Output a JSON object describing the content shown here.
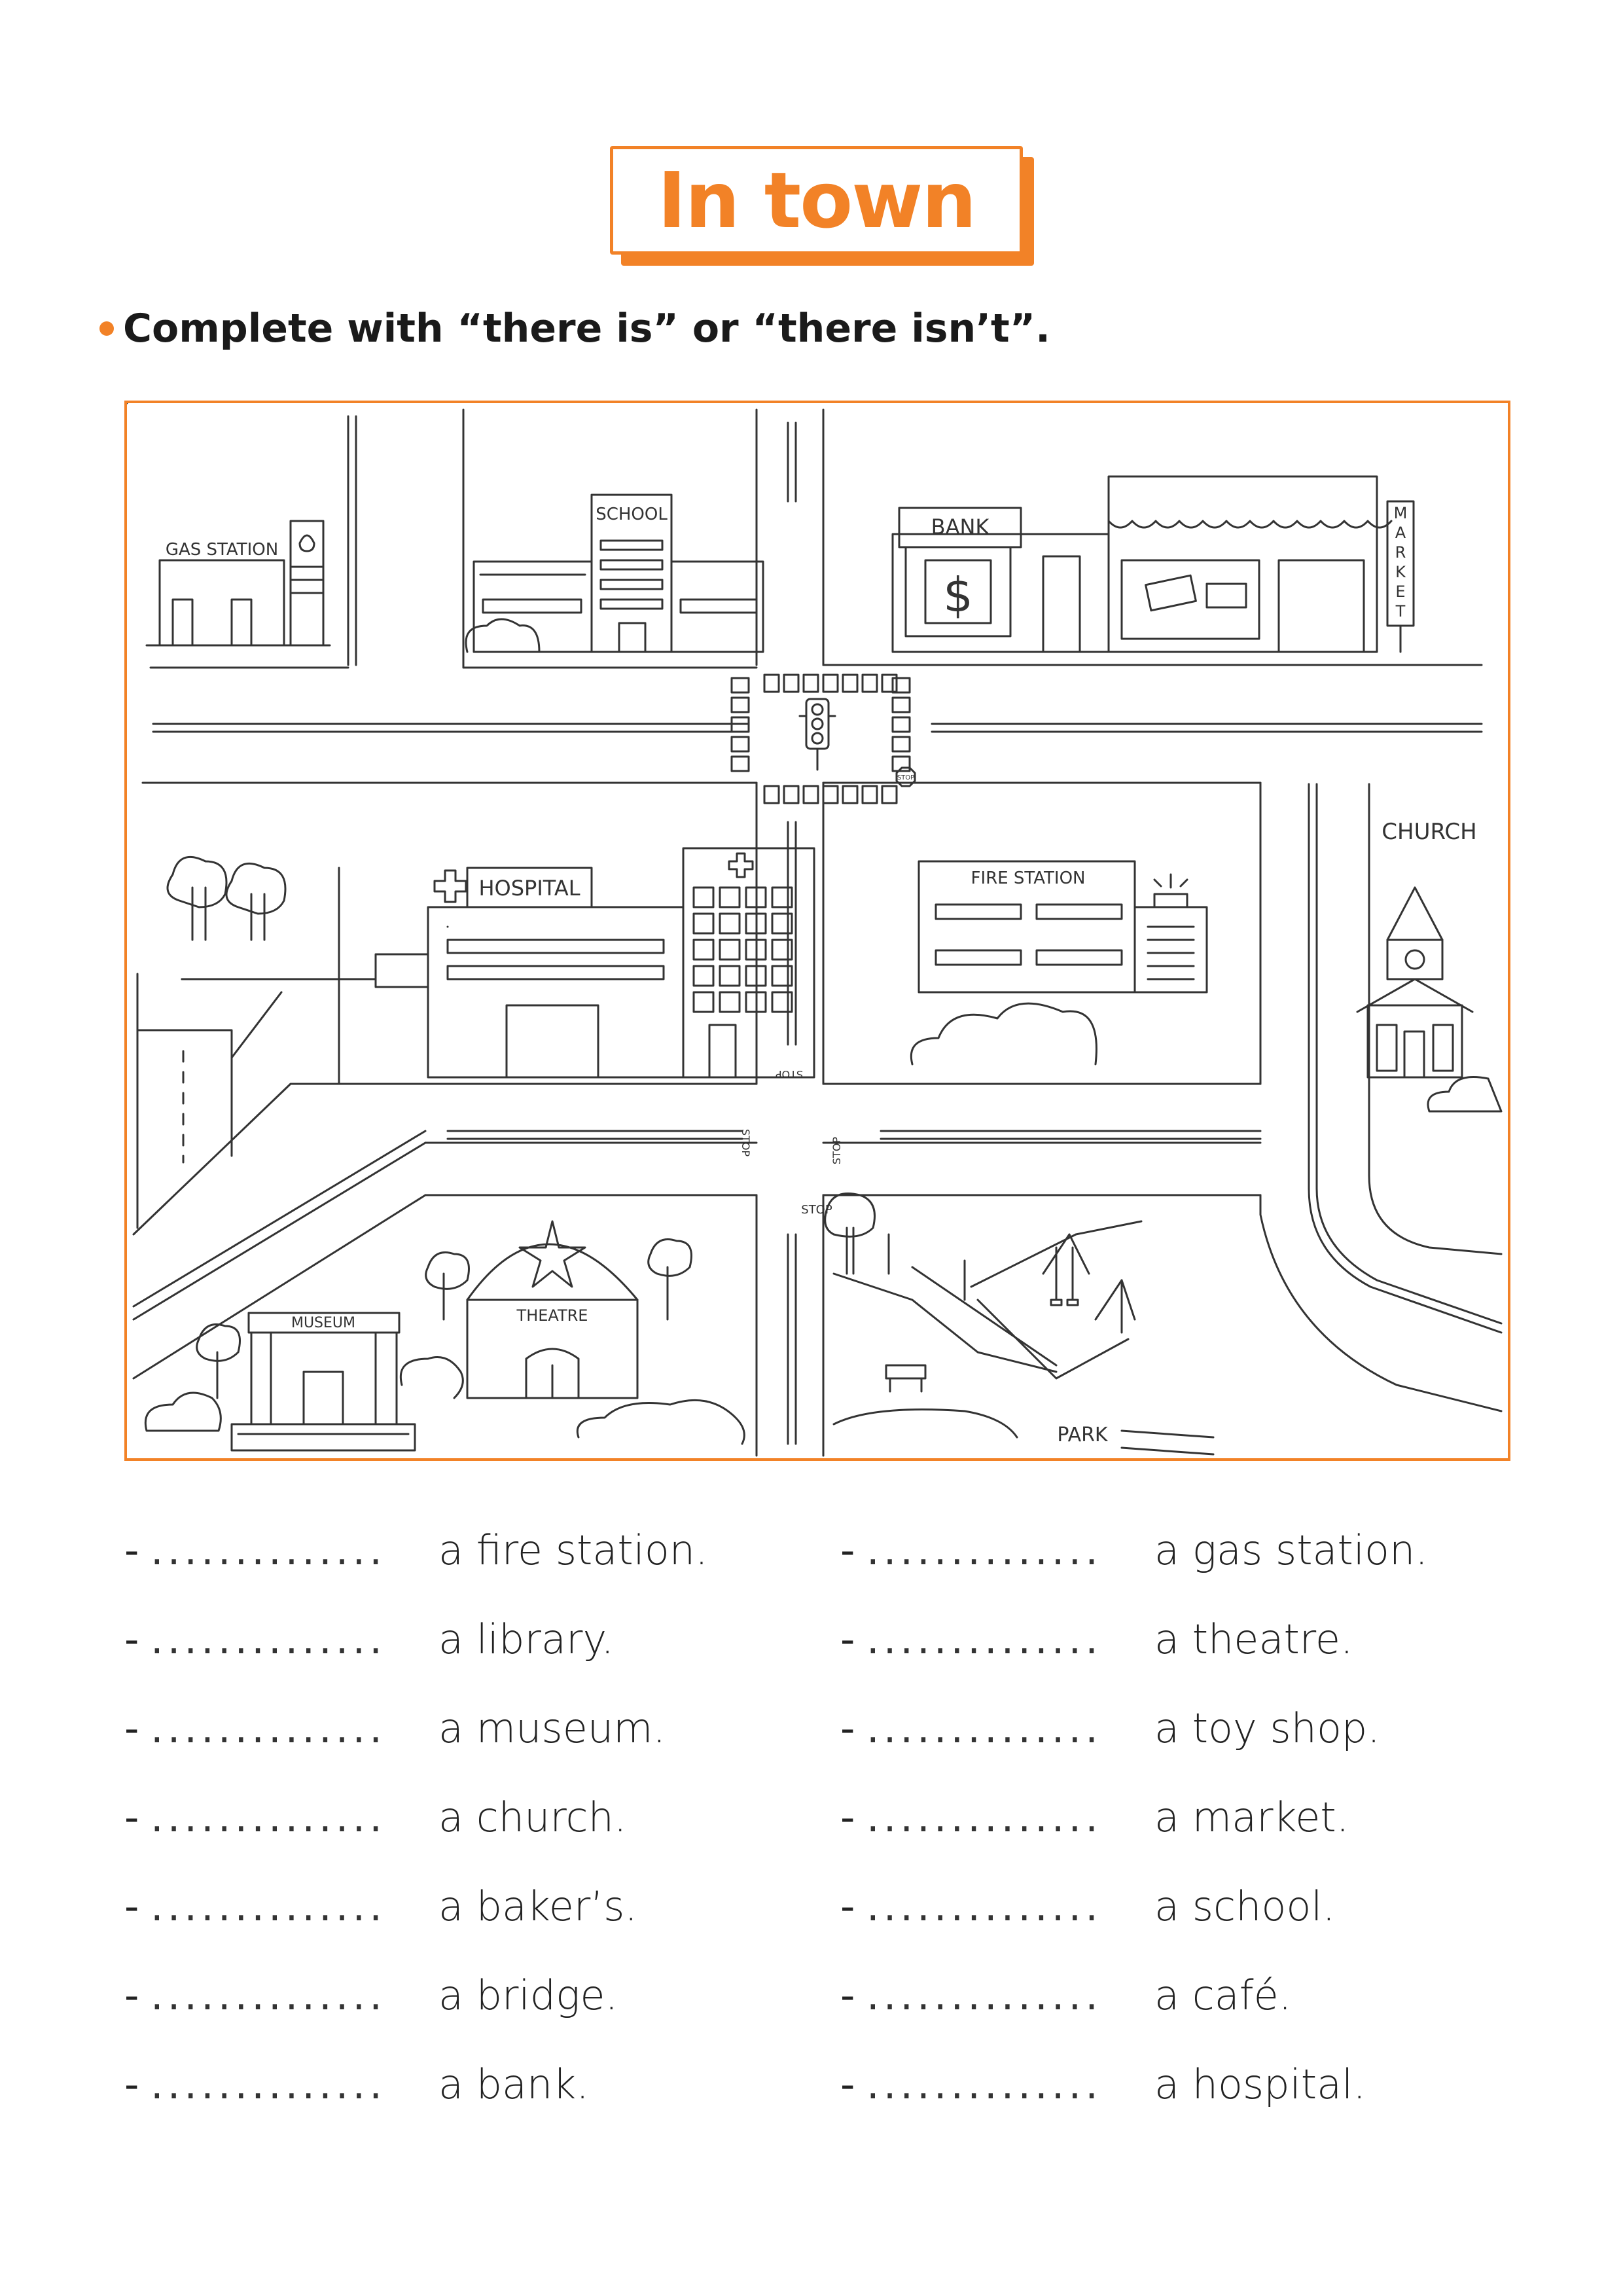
{
  "title": "In town",
  "instruction": "Complete with “there is” or “there isn’t”.",
  "accent_color": "#f28227",
  "map": {
    "labels": {
      "gas_station": "GAS STATION",
      "school": "SCHOOL",
      "bank": "BANK",
      "bank_sign": "$",
      "market": "MARKET",
      "church": "CHURCH",
      "hospital": "HOSPITAL",
      "fire_station": "FIRE STATION",
      "museum": "MUSEUM",
      "theatre": "THEATRE",
      "park": "PARK",
      "stop": "STOP"
    }
  },
  "exercise": {
    "dash": "-",
    "blank": "..............",
    "left": [
      "a fire station.",
      "a library.",
      "a museum.",
      "a church.",
      "a baker’s.",
      "a bridge.",
      "a bank."
    ],
    "right": [
      "a gas station.",
      "a theatre.",
      "a toy shop.",
      "a market.",
      "a school.",
      "a café.",
      "a hospital."
    ]
  }
}
